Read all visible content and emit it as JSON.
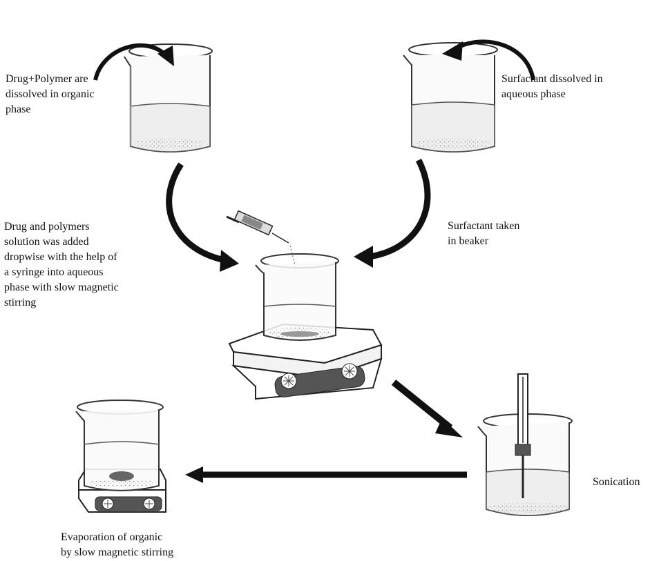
{
  "labels": {
    "drug_polymer": "Drug+Polymer are\ndissolved in organic\nphase",
    "surfactant_dissolved": "Surfactant dissolved in\naqueous phase",
    "dropwise": "Drug and polymers\nsolution was added\ndropwise with the help of\na syringe into aqueous\nphase with slow magnetic\nstirring",
    "surfactant_taken": "Surfactant taken\nin beaker",
    "sonication": "Sonication",
    "evaporation": "Evaporation of organic\nby slow magnetic stirring"
  }
}
